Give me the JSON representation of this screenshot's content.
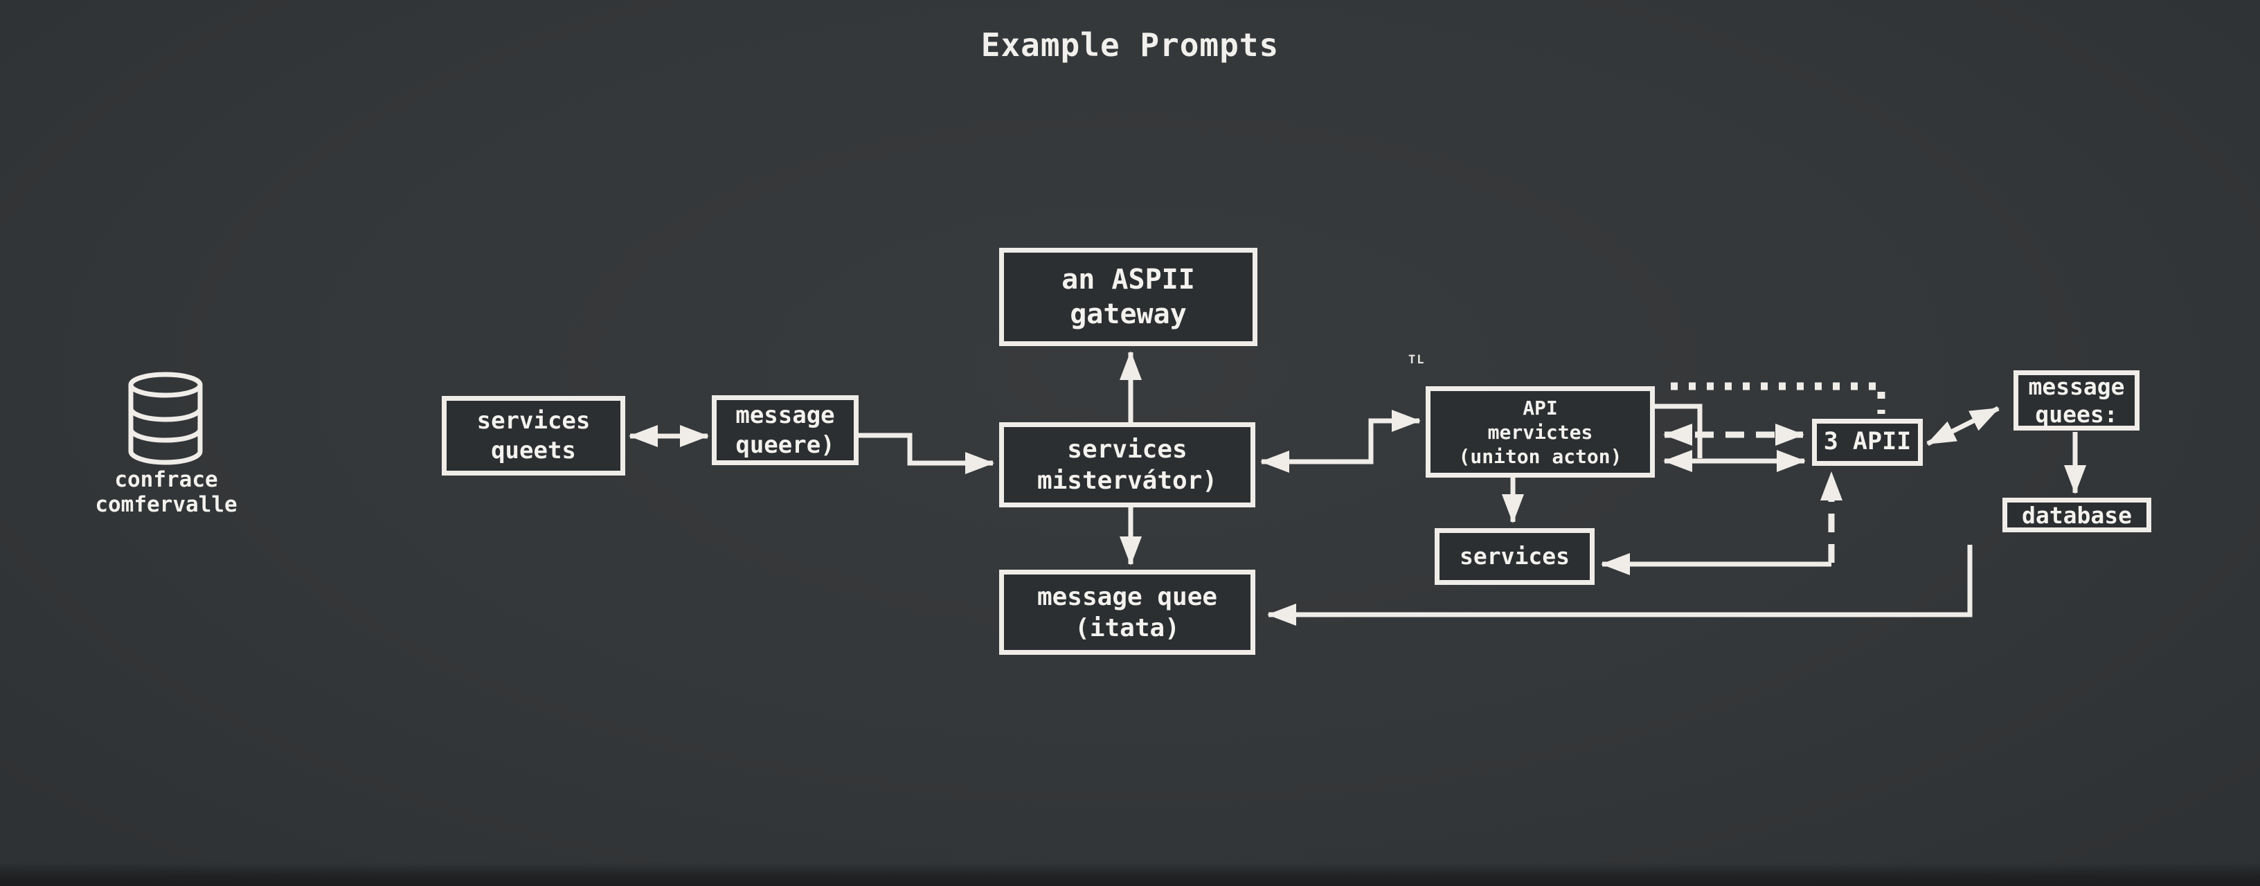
{
  "title": "Example Prompts",
  "colors": {
    "background": "#343739",
    "box_fill": "#2c2f31",
    "line": "#f0ede9",
    "text": "#f4f2ee"
  },
  "nodes": {
    "source_db": {
      "icon": "database-cylinder-icon",
      "label": "confrace\ncomfervalle"
    },
    "services_queets": {
      "label": "services\nqueets"
    },
    "message_queere": {
      "label": "message\nqueere)"
    },
    "aspii_gateway": {
      "label": "an ASPII\ngateway"
    },
    "services_mistervator": {
      "label": "services\nmistervátor)"
    },
    "message_quee_itata": {
      "label": "message quee\n(itata)"
    },
    "api_mervictes": {
      "label": "API\nmervictes\n(uniton acton)",
      "annotation": "TL"
    },
    "services_right": {
      "label": "services"
    },
    "three_apii": {
      "label": "3 APII"
    },
    "message_quees": {
      "label": "message\nquees:"
    },
    "database": {
      "label": "database"
    }
  },
  "edges": [
    {
      "from": "services_queets",
      "to": "message_queere",
      "style": "solid",
      "arrows": "both"
    },
    {
      "from": "message_queere",
      "to": "services_mistervator",
      "style": "solid",
      "arrows": "to"
    },
    {
      "from": "services_mistervator",
      "to": "aspii_gateway",
      "style": "solid",
      "arrows": "to"
    },
    {
      "from": "services_mistervator",
      "to": "message_quee_itata",
      "style": "solid",
      "arrows": "to"
    },
    {
      "from": "services_mistervator",
      "to": "api_mervictes",
      "style": "solid",
      "arrows": "both"
    },
    {
      "from": "api_mervictes",
      "to": "services_right",
      "style": "solid",
      "arrows": "to"
    },
    {
      "from": "api_mervictes",
      "to": "three_apii",
      "style": "solid",
      "arrows": "both"
    },
    {
      "from": "api_mervictes",
      "to": "three_apii",
      "style": "dashed",
      "arrows": "both"
    },
    {
      "from": "api_mervictes",
      "to": "three_apii",
      "style": "dotted",
      "arrows": "none"
    },
    {
      "from": "services_junction",
      "to": "three_apii",
      "style": "dashed",
      "arrows": "to"
    },
    {
      "from": "services_junction",
      "to": "services_right",
      "style": "solid",
      "arrows": "to"
    },
    {
      "from": "three_apii",
      "to": "message_quees",
      "style": "solid",
      "arrows": "both"
    },
    {
      "from": "message_quees",
      "to": "database",
      "style": "solid",
      "arrows": "to"
    },
    {
      "from": "bottom_right_corner",
      "to": "message_quee_itata",
      "style": "solid",
      "arrows": "to"
    }
  ]
}
